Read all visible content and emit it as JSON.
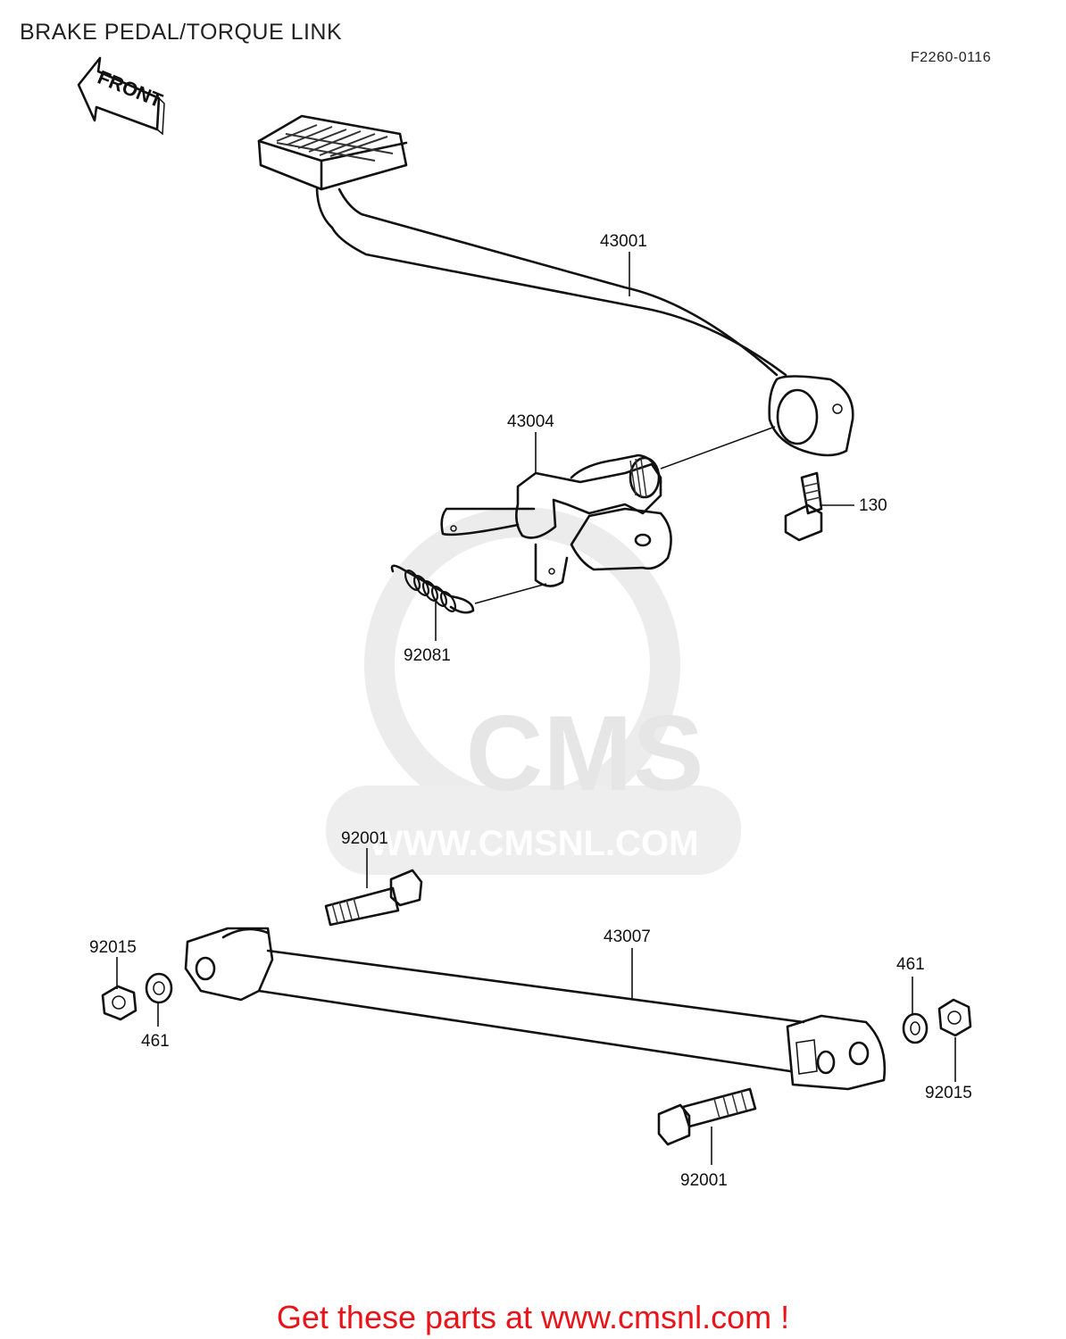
{
  "header": {
    "title": "BRAKE PEDAL/TORQUE LINK",
    "figure_code": "F2260-0116"
  },
  "direction_arrow": {
    "label": "FRONT"
  },
  "watermark": {
    "logo": "CMS",
    "url": "WWW.CMSNL.COM"
  },
  "parts": [
    {
      "number": "43001"
    },
    {
      "number": "43004"
    },
    {
      "number": "130"
    },
    {
      "number": "92081"
    },
    {
      "number": "92001"
    },
    {
      "number": "43007"
    },
    {
      "number": "92015"
    },
    {
      "number": "461"
    },
    {
      "number": "461"
    },
    {
      "number": "92015"
    },
    {
      "number": "92001"
    }
  ],
  "footer": {
    "cta": "Get these parts at www.cmsnl.com !"
  }
}
